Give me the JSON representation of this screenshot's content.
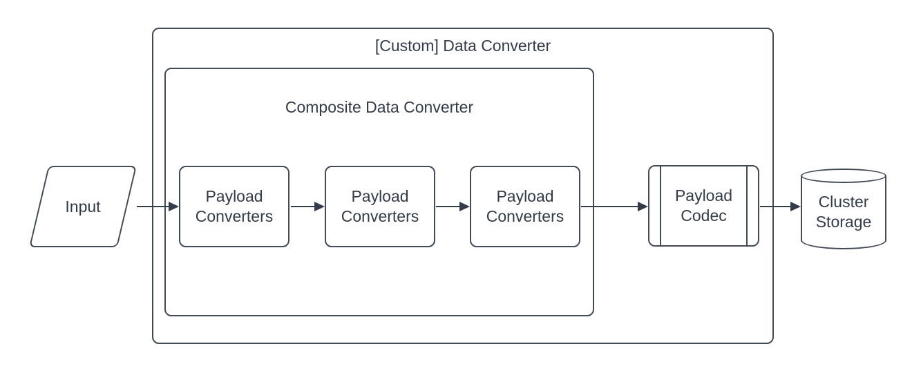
{
  "diagram": {
    "containers": {
      "custom": {
        "label": "[Custom] Data Converter"
      },
      "composite": {
        "label": "Composite Data Converter"
      }
    },
    "nodes": {
      "input": {
        "label": "Input",
        "shape": "parallelogram"
      },
      "payload_converters_1": {
        "label": "Payload Converters",
        "shape": "rounded-rectangle"
      },
      "payload_converters_2": {
        "label": "Payload Converters",
        "shape": "rounded-rectangle"
      },
      "payload_converters_3": {
        "label": "Payload Converters",
        "shape": "rounded-rectangle"
      },
      "payload_codec": {
        "label": "Payload Codec",
        "shape": "predefined-process"
      },
      "cluster_storage": {
        "label": "Cluster Storage",
        "shape": "cylinder"
      }
    },
    "edges": [
      {
        "from": "input",
        "to": "payload_converters_1"
      },
      {
        "from": "payload_converters_1",
        "to": "payload_converters_2"
      },
      {
        "from": "payload_converters_2",
        "to": "payload_converters_3"
      },
      {
        "from": "payload_converters_3",
        "to": "payload_codec"
      },
      {
        "from": "payload_codec",
        "to": "cluster_storage"
      }
    ],
    "colors": {
      "stroke": "#424a57",
      "line": "#343b49",
      "text": "#333b49",
      "background": "#ffffff"
    }
  }
}
